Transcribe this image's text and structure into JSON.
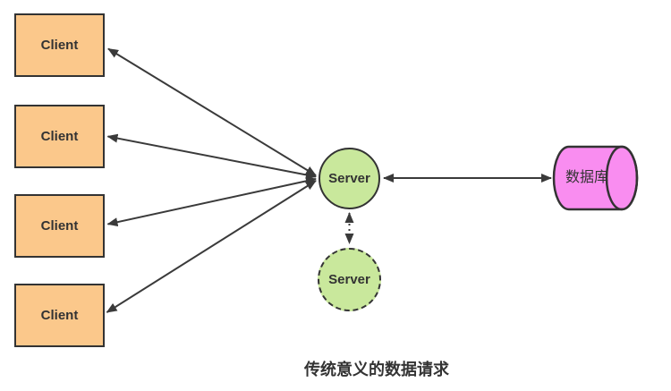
{
  "diagram": {
    "caption": "传统意义的数据请求",
    "clients": [
      {
        "label": "Client"
      },
      {
        "label": "Client"
      },
      {
        "label": "Client"
      },
      {
        "label": "Client"
      }
    ],
    "server": {
      "label": "Server"
    },
    "backup_server": {
      "label": "Server"
    },
    "database": {
      "label": "数据库"
    },
    "connections": [
      {
        "from": "Client",
        "to": "Server",
        "style": "solid-double-arrow"
      },
      {
        "from": "Client",
        "to": "Server",
        "style": "solid-double-arrow"
      },
      {
        "from": "Client",
        "to": "Server",
        "style": "solid-double-arrow"
      },
      {
        "from": "Client",
        "to": "Server",
        "style": "solid-double-arrow"
      },
      {
        "from": "Server",
        "to": "数据库",
        "style": "solid-double-arrow"
      },
      {
        "from": "Server",
        "to": "Server(backup)",
        "style": "dotted-double-arrow"
      }
    ],
    "colors": {
      "client_fill": "#FBC88B",
      "server_fill": "#C9E89C",
      "database_fill": "#F98DF0",
      "shape_stroke": "#333333",
      "arrow_stroke": "#3A3A3A",
      "text": "#333333",
      "background": "#FFFFFF"
    }
  }
}
